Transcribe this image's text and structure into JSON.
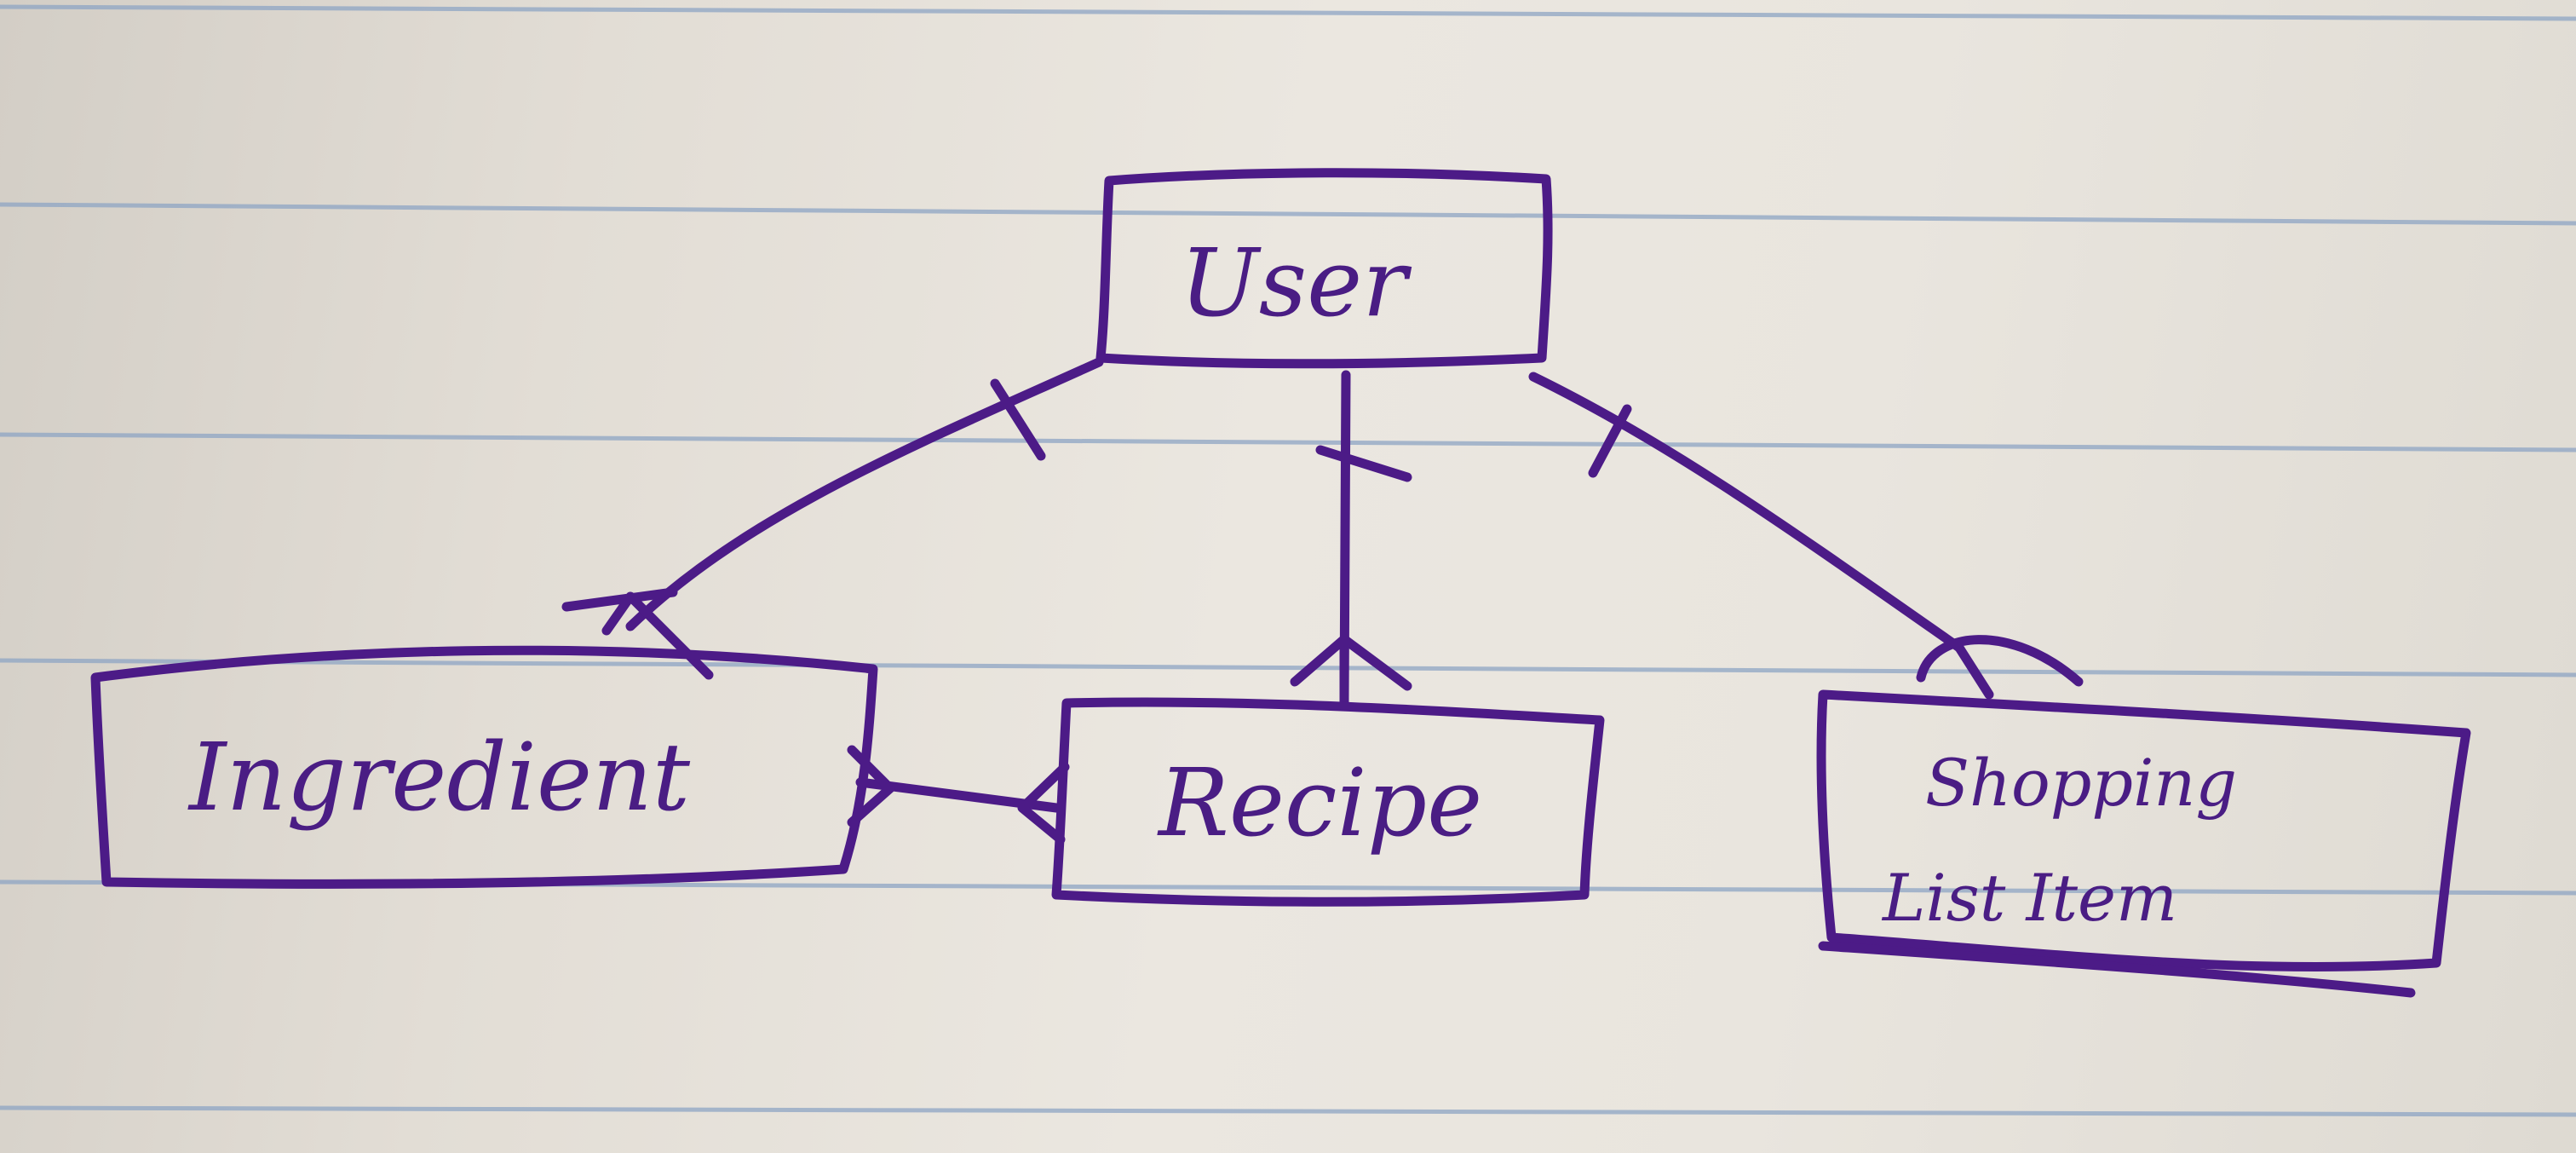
{
  "diagram": {
    "entities": {
      "user": "User",
      "ingredient": "Ingredient",
      "recipe": "Recipe",
      "shopping_line1": "Shopping",
      "shopping_line2": "List Item"
    },
    "relationships": [
      {
        "from": "User",
        "to": "Ingredient",
        "from_end": "one",
        "to_end": "many"
      },
      {
        "from": "User",
        "to": "Recipe",
        "from_end": "one",
        "to_end": "many"
      },
      {
        "from": "User",
        "to": "Shopping List Item",
        "from_end": "one",
        "to_end": "many"
      },
      {
        "from": "Ingredient",
        "to": "Recipe",
        "from_end": "many",
        "to_end": "many"
      }
    ],
    "ink_color": "#4c1b87",
    "paper_color": "#e6e1d9",
    "rule_color": "#8ea5c4"
  }
}
